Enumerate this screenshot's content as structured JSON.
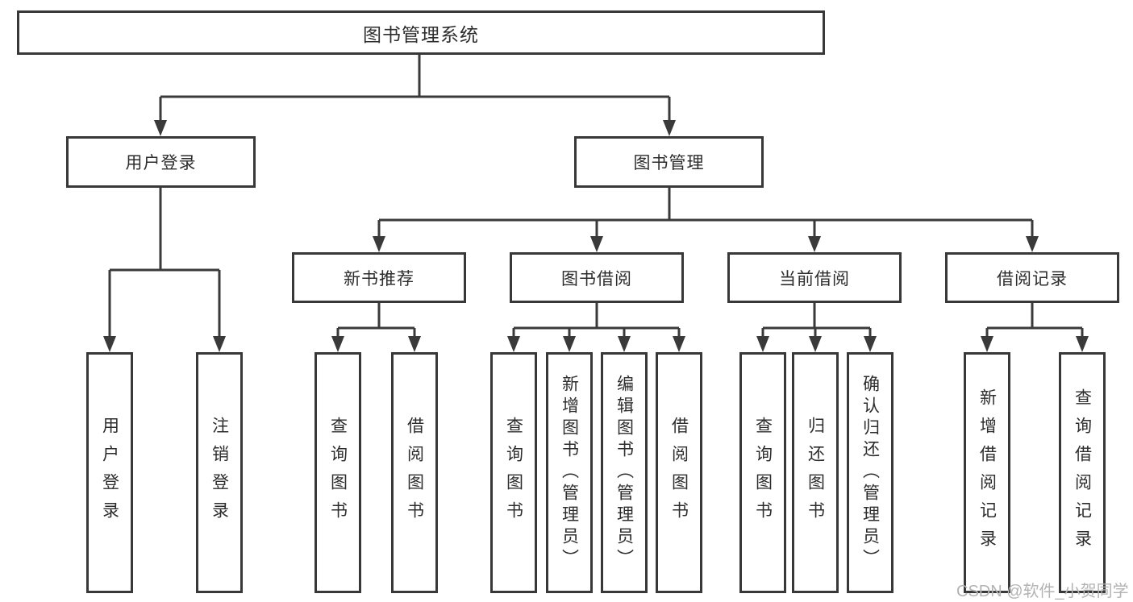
{
  "diagram": {
    "watermark": "CSDN @软件_小贺同学",
    "colors": {
      "line": "#3a3a3a",
      "border": "#383838",
      "text": "#2d2d2d",
      "watermark": "#b3b3b3",
      "background": "#ffffff"
    },
    "tree": {
      "root": {
        "label": "图书管理系统"
      },
      "children": [
        {
          "label": "用户登录",
          "children": [
            {
              "label": "用户登录"
            },
            {
              "label": "注销登录"
            }
          ]
        },
        {
          "label": "图书管理",
          "children": [
            {
              "label": "新书推荐",
              "children": [
                {
                  "label": "查询图书"
                },
                {
                  "label": "借阅图书"
                }
              ]
            },
            {
              "label": "图书借阅",
              "children": [
                {
                  "label": "查询图书"
                },
                {
                  "label": "新增图书（管理员）"
                },
                {
                  "label": "编辑图书（管理员）"
                },
                {
                  "label": "借阅图书"
                }
              ]
            },
            {
              "label": "当前借阅",
              "children": [
                {
                  "label": "查询图书"
                },
                {
                  "label": "归还图书"
                },
                {
                  "label": "确认归还（管理员）"
                }
              ]
            },
            {
              "label": "借阅记录",
              "children": [
                {
                  "label": "新增借阅记录"
                },
                {
                  "label": "查询借阅记录"
                }
              ]
            }
          ]
        }
      ]
    }
  }
}
